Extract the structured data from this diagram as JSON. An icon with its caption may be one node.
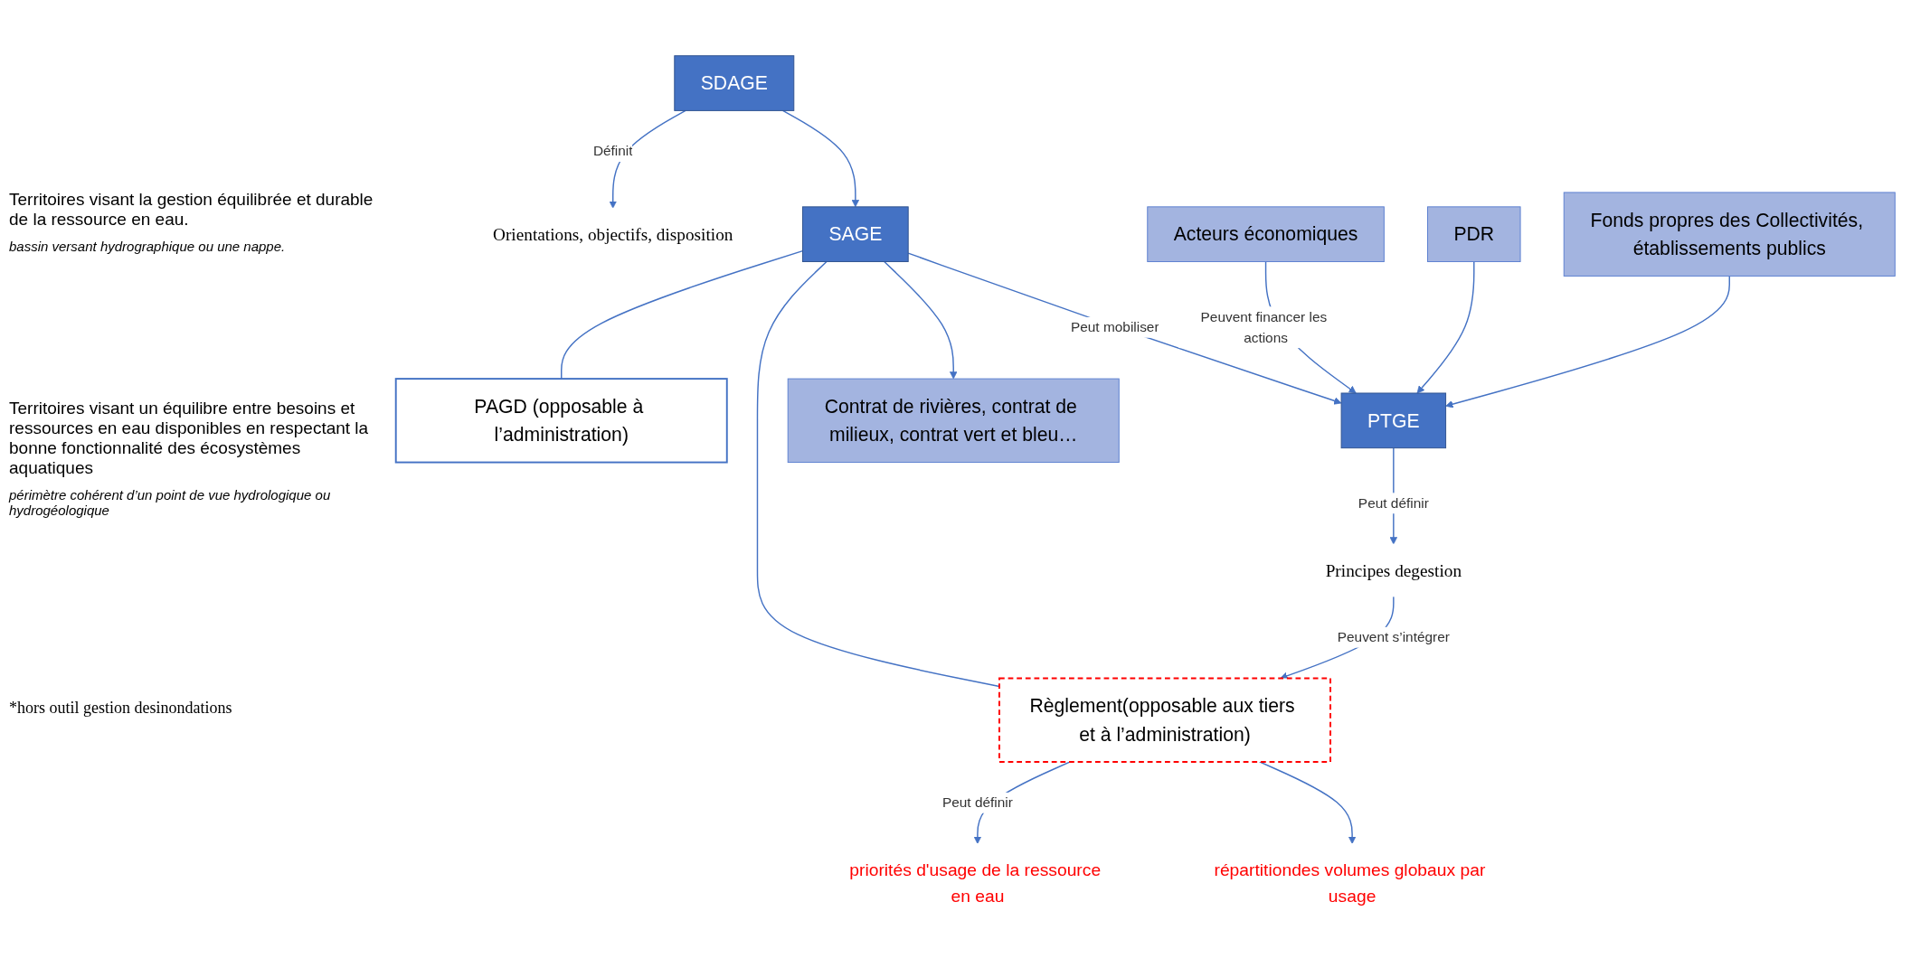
{
  "diagram": {
    "nodes": [
      {
        "text": [
          "SDAGE"
        ]
      },
      {
        "text": [
          "Orientations, objectifs, disposition"
        ]
      },
      {
        "text": [
          "SAGE"
        ]
      },
      {
        "text": [
          "PAGD (opposable à l’administration)"
        ]
      },
      {
        "text": [
          "Règlement(opposable aux tiers et à l’administration)"
        ]
      },
      {
        "text": [
          "priorités d'usage de la ressource en eau"
        ]
      },
      {
        "text": [
          "répartitiondes volumes globaux par usage"
        ]
      },
      {
        "text": [
          "PTGE"
        ]
      },
      {
        "text": [
          "Principes degestion"
        ]
      },
      {
        "text": [
          "Acteurs économiques"
        ]
      },
      {
        "text": [
          "PDR"
        ]
      },
      {
        "text": [
          "Contrat de rivières, contrat de milieux, contrat vert et bleu…"
        ]
      },
      {
        "text": [
          "Fonds propres des Collectivités, établissements publics"
        ]
      }
    ],
    "edges": [
      {
        "from": 0,
        "to": 1,
        "arrow": "to",
        "label": "Définit"
      },
      {
        "from": 0,
        "to": 2,
        "arrow": "to"
      },
      {
        "from": 2,
        "to": 3,
        "arrow": "none"
      },
      {
        "from": 2,
        "to": 4,
        "arrow": "none"
      },
      {
        "from": 4,
        "to": 5,
        "arrow": "to",
        "label": "Peut définir"
      },
      {
        "from": 4,
        "to": 6,
        "arrow": "to"
      },
      {
        "from": 2,
        "to": 7,
        "arrow": "to",
        "label": "Peut mobiliser"
      },
      {
        "from": 2,
        "to": 11,
        "arrow": "to"
      },
      {
        "from": 7,
        "to": 8,
        "arrow": "to",
        "label": "Peut définir"
      },
      {
        "from": 8,
        "to": 4,
        "arrow": "to",
        "label": "Peuvent s’intégrer"
      },
      {
        "from": 9,
        "to": 7,
        "arrow": "to",
        "label": "Peuvent financer les actions"
      },
      {
        "from": 10,
        "to": 7,
        "arrow": "to"
      },
      {
        "from": 12,
        "to": 7,
        "arrow": "to"
      }
    ],
    "labels": [
      "Territoires visant la gestion équilibrée et durable de la ressource en eau.",
      "bassin versant hydrographique ou une nappe.",
      "Territoires visant un équilibre entre besoins et ressources en eau disponibles en respectant la bonne fonctionnalité des écosystèmes aquatiques",
      "périmètre cohérent d’un point de vue hydrologique ou hydrogéologique",
      "*hors outil gestion desinondations"
    ]
  }
}
